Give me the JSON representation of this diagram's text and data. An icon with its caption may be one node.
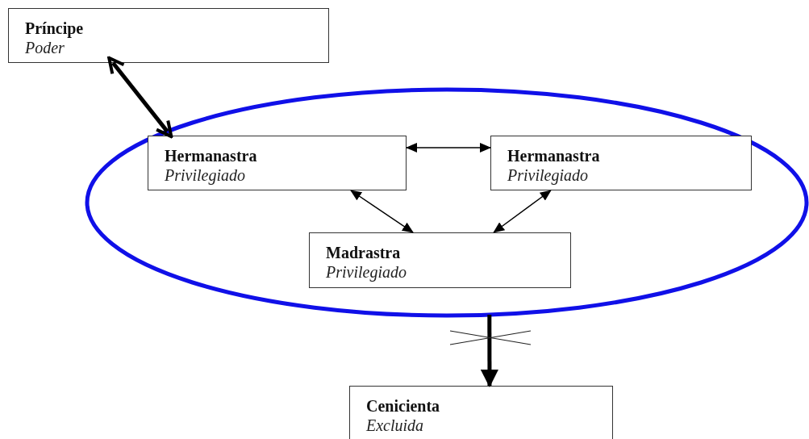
{
  "diagram": {
    "nodes": [
      {
        "text": [
          "Príncipe",
          "Poder"
        ]
      },
      {
        "text": [],
        "shape": "ellipse"
      },
      {
        "text": [
          "Hermanastra",
          "Privilegiado"
        ],
        "in": 1
      },
      {
        "text": [
          "Hermanastra",
          "Privilegiado"
        ],
        "in": 1
      },
      {
        "text": [
          "Madrastra",
          "Privilegiado"
        ],
        "in": 1
      },
      {
        "text": [
          "Cenicienta",
          "Excluida"
        ]
      }
    ],
    "edges": [
      {
        "from": 0,
        "to": 1,
        "arrow": "both",
        "style": "thick"
      },
      {
        "from": 2,
        "to": 3,
        "arrow": "both"
      },
      {
        "from": 2,
        "to": 4,
        "arrow": "both"
      },
      {
        "from": 3,
        "to": 4,
        "arrow": "both"
      },
      {
        "from": 1,
        "to": 5,
        "arrow": "to",
        "style": "thick"
      }
    ]
  }
}
